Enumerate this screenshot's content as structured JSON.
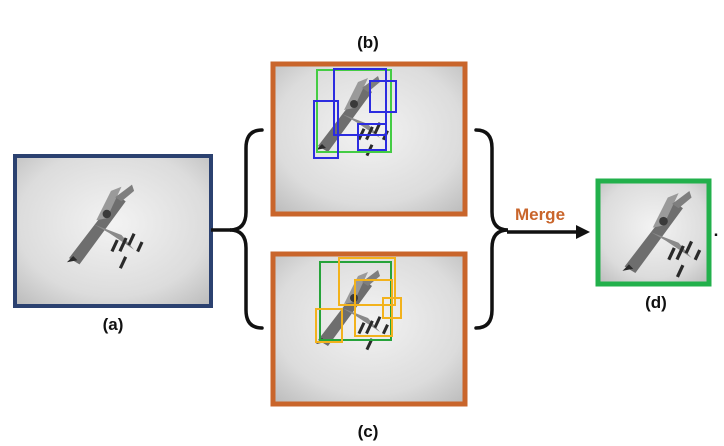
{
  "panels": {
    "a": {
      "label": "(a)"
    },
    "b": {
      "label": "(b)"
    },
    "c": {
      "label": "(c)"
    },
    "d": {
      "label": "(d)"
    }
  },
  "arrow": {
    "label": "Merge"
  },
  "trailing_mark": ".",
  "colors": {
    "frame_input": "#2b4170",
    "frame_branch": "#c9652b",
    "frame_output": "#22b04b",
    "box_blue": "#2c2ce0",
    "box_green": "#44cc44",
    "box_yellow": "#f2b21c",
    "box_dark_green": "#26a33a",
    "merge_text": "#c9652b"
  },
  "icons": [
    "aircraft-image",
    "left-curly-brace",
    "right-curly-brace",
    "right-arrow"
  ]
}
